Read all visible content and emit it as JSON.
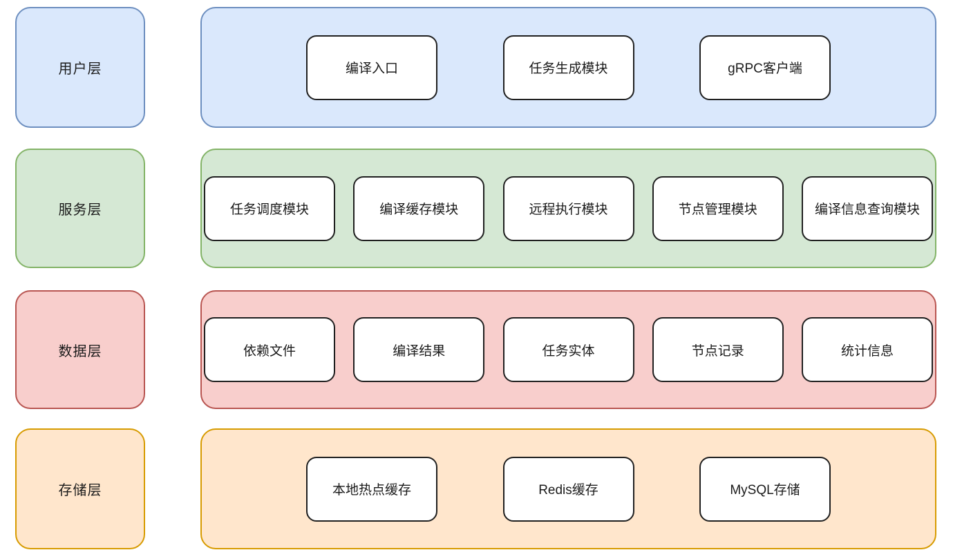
{
  "diagram": {
    "title": "layered-architecture-diagram",
    "module_fill": "#ffffff",
    "module_stroke": "#1f1f1f",
    "text_color": "#1a1a1a",
    "layers": [
      {
        "id": "user",
        "label": "用户层",
        "fill": "#dae8fc",
        "stroke": "#6c8ebf",
        "modules": [
          "编译入口",
          "任务生成模块",
          "gRPC客户端"
        ]
      },
      {
        "id": "service",
        "label": "服务层",
        "fill": "#d5e8d4",
        "stroke": "#82b366",
        "modules": [
          "任务调度模块",
          "编译缓存模块",
          "远程执行模块",
          "节点管理模块",
          "编译信息查询模块"
        ]
      },
      {
        "id": "data",
        "label": "数据层",
        "fill": "#f8cecc",
        "stroke": "#b85450",
        "modules": [
          "依赖文件",
          "编译结果",
          "任务实体",
          "节点记录",
          "统计信息"
        ]
      },
      {
        "id": "storage",
        "label": "存储层",
        "fill": "#ffe6cc",
        "stroke": "#d79b00",
        "modules": [
          "本地热点缓存",
          "Redis缓存",
          "MySQL存储"
        ]
      }
    ]
  }
}
